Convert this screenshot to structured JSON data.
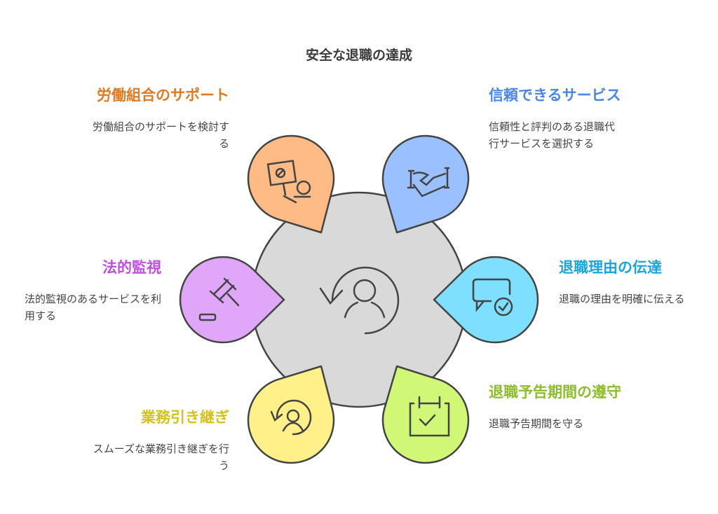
{
  "title": "安全な退職の達成",
  "colors": {
    "stroke": "#444444",
    "center": "#d9d9d9"
  },
  "items": [
    {
      "key": "union",
      "title": "労働組合のサポート",
      "desc": "労働組合のサポートを検討する",
      "fill": "#ffbb85",
      "text_color": "#e07b24",
      "icon": "protest-sign-icon"
    },
    {
      "key": "service",
      "title": "信頼できるサービス",
      "desc": "信頼性と評判のある退職代行サービスを選択する",
      "fill": "#9bc0ff",
      "text_color": "#4a86e8",
      "icon": "handshake-icon"
    },
    {
      "key": "legal",
      "title": "法的監視",
      "desc": "法的監視のあるサービスを利用する",
      "fill": "#e0a6f9",
      "text_color": "#bf4fe0",
      "icon": "gavel-icon"
    },
    {
      "key": "reason",
      "title": "退職理由の伝達",
      "desc": "退職の理由を明確に伝える",
      "fill": "#7fdfff",
      "text_color": "#1aa5dc",
      "icon": "message-check-icon"
    },
    {
      "key": "handover",
      "title": "業務引き継ぎ",
      "desc": "スムーズな業務引き継ぎを行う",
      "fill": "#fff08a",
      "text_color": "#d4c11c",
      "icon": "user-cycle-icon"
    },
    {
      "key": "notice",
      "title": "退職予告期間の遵守",
      "desc": "退職予告期間を守る",
      "fill": "#d1f777",
      "text_color": "#8dbd2a",
      "icon": "calendar-check-icon"
    }
  ]
}
